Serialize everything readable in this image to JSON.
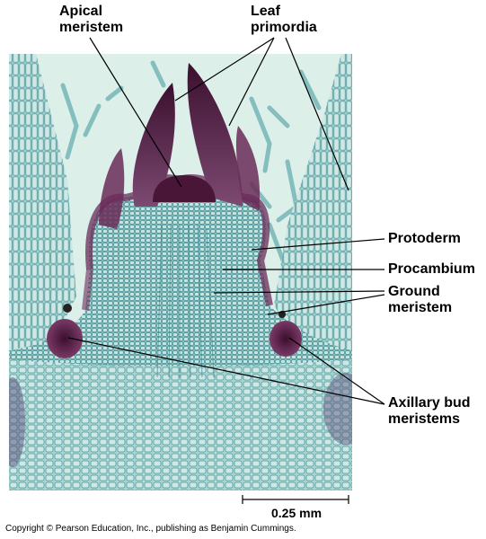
{
  "labels": {
    "apical_meristem": [
      "Apical",
      "meristem"
    ],
    "leaf_primordia": [
      "Leaf",
      "primordia"
    ],
    "protoderm": "Protoderm",
    "procambium": "Procambium",
    "ground_meristem": [
      "Ground",
      "meristem"
    ],
    "axillary_bud_meristems": [
      "Axillary bud",
      "meristems"
    ]
  },
  "scale_bar": {
    "label": "0.25 mm"
  },
  "copyright": "Copyright © Pearson Education, Inc., publishing as Benjamin Cummings.",
  "colors": {
    "background_tissue": "#d9ece6",
    "cell_stain": "#5fa8ad",
    "cell_wall": "#3f8c93",
    "meristem_purple": "#5a1f45",
    "meristem_dark": "#3b0f2e"
  }
}
